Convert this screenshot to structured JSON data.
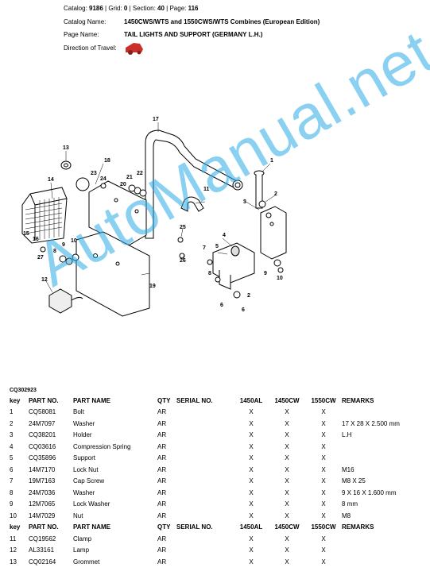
{
  "header": {
    "catalog_prefix": "Catalog: ",
    "catalog_value": "9186",
    "grid_prefix": " | Grid: ",
    "grid_value": "0",
    "section_prefix": " | Section: ",
    "section_value": "40",
    "page_prefix": " | Page: ",
    "page_value": "116",
    "catalog_name_label": "Catalog Name:",
    "catalog_name_value": "1450CWS/WTS and 1550CWS/WTS Combines (European Edition)",
    "page_name_label": "Page Name:",
    "page_name_value": "TAIL LIGHTS AND SUPPORT (GERMANY L.H.)",
    "direction_label": "Direction of Travel:"
  },
  "watermark": "AutoManual.net",
  "figure_code": "CQ302923",
  "callouts": [
    "1",
    "2",
    "3",
    "4",
    "5",
    "6",
    "7",
    "8",
    "9",
    "10",
    "11",
    "12",
    "13",
    "14",
    "15",
    "16",
    "17",
    "18",
    "19",
    "20",
    "21",
    "22",
    "23",
    "24",
    "25",
    "26",
    "27",
    "2",
    "6",
    "8",
    "9",
    "10"
  ],
  "columns": [
    "key",
    "PART NO.",
    "PART NAME",
    "QTY",
    "SERIAL NO.",
    "1450AL",
    "1450CW",
    "1550CW",
    "REMARKS"
  ],
  "rows": [
    {
      "key": "1",
      "pn": "CQ58081",
      "name": "Bolt",
      "qty": "AR",
      "serial": "",
      "a": "X",
      "b": "X",
      "c": "X",
      "rem": ""
    },
    {
      "key": "2",
      "pn": "24M7097",
      "name": "Washer",
      "qty": "AR",
      "serial": "",
      "a": "X",
      "b": "X",
      "c": "X",
      "rem": "17 X 28 X 2.500 mm"
    },
    {
      "key": "3",
      "pn": "CQ38201",
      "name": "Holder",
      "qty": "AR",
      "serial": "",
      "a": "X",
      "b": "X",
      "c": "X",
      "rem": "L.H"
    },
    {
      "key": "4",
      "pn": "CQ03616",
      "name": "Compression Spring",
      "qty": "AR",
      "serial": "",
      "a": "X",
      "b": "X",
      "c": "X",
      "rem": ""
    },
    {
      "key": "5",
      "pn": "CQ35896",
      "name": "Support",
      "qty": "AR",
      "serial": "",
      "a": "X",
      "b": "X",
      "c": "X",
      "rem": ""
    },
    {
      "key": "6",
      "pn": "14M7170",
      "name": "Lock Nut",
      "qty": "AR",
      "serial": "",
      "a": "X",
      "b": "X",
      "c": "X",
      "rem": "M16"
    },
    {
      "key": "7",
      "pn": "19M7163",
      "name": "Cap Screw",
      "qty": "AR",
      "serial": "",
      "a": "X",
      "b": "X",
      "c": "X",
      "rem": "M8 X 25"
    },
    {
      "key": "8",
      "pn": "24M7036",
      "name": "Washer",
      "qty": "AR",
      "serial": "",
      "a": "X",
      "b": "X",
      "c": "X",
      "rem": "9 X 16 X 1.600 mm"
    },
    {
      "key": "9",
      "pn": "12M7065",
      "name": "Lock Washer",
      "qty": "AR",
      "serial": "",
      "a": "X",
      "b": "X",
      "c": "X",
      "rem": "8 mm"
    },
    {
      "key": "10",
      "pn": "14M7029",
      "name": "Nut",
      "qty": "AR",
      "serial": "",
      "a": "X",
      "b": "X",
      "c": "X",
      "rem": "M8"
    },
    {
      "header": true
    },
    {
      "key": "11",
      "pn": "CQ19562",
      "name": "Clamp",
      "qty": "AR",
      "serial": "",
      "a": "X",
      "b": "X",
      "c": "X",
      "rem": ""
    },
    {
      "key": "12",
      "pn": "AL33161",
      "name": "Lamp",
      "qty": "AR",
      "serial": "",
      "a": "X",
      "b": "X",
      "c": "X",
      "rem": ""
    },
    {
      "key": "13",
      "pn": "CQ02164",
      "name": "Grommet",
      "qty": "AR",
      "serial": "",
      "a": "X",
      "b": "X",
      "c": "X",
      "rem": ""
    }
  ]
}
